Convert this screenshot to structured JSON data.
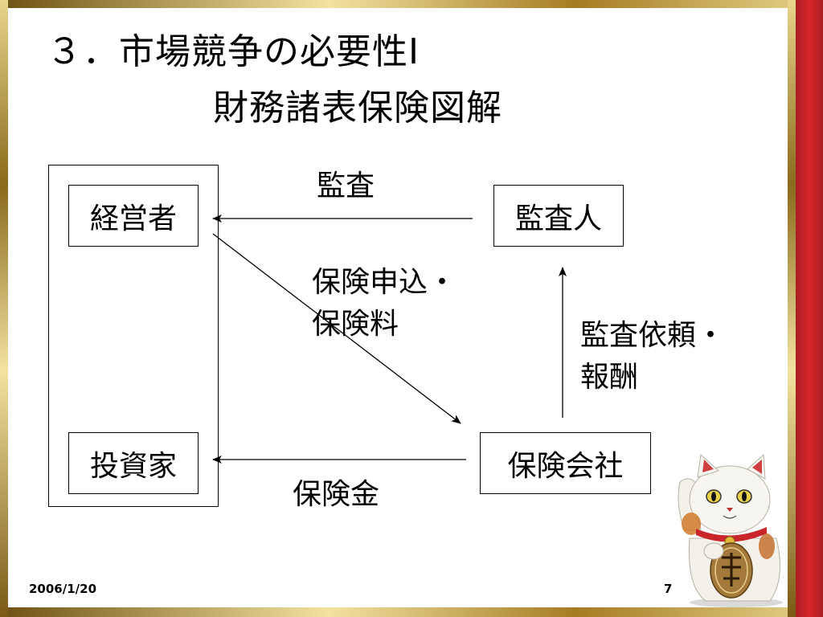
{
  "title": {
    "line1": "３．市場競争の必要性Ⅰ",
    "line2": "財務諸表保険図解"
  },
  "nodes": {
    "management": "経営者",
    "investor": "投資家",
    "auditor": "監査人",
    "insurer": "保険会社"
  },
  "edges": {
    "audit": "監査",
    "application": "保険申込・保険料",
    "audit_request": "監査依頼・報酬",
    "insurance_payout": "保険金"
  },
  "footer": {
    "date": "2006/1/20",
    "page": "7"
  },
  "colors": {
    "frame_gold": "#c9a23a",
    "side_red": "#d7272b",
    "background": "#ffffff",
    "text": "#000000"
  },
  "decorations": {
    "mascot": "maneki-neko-icon"
  }
}
